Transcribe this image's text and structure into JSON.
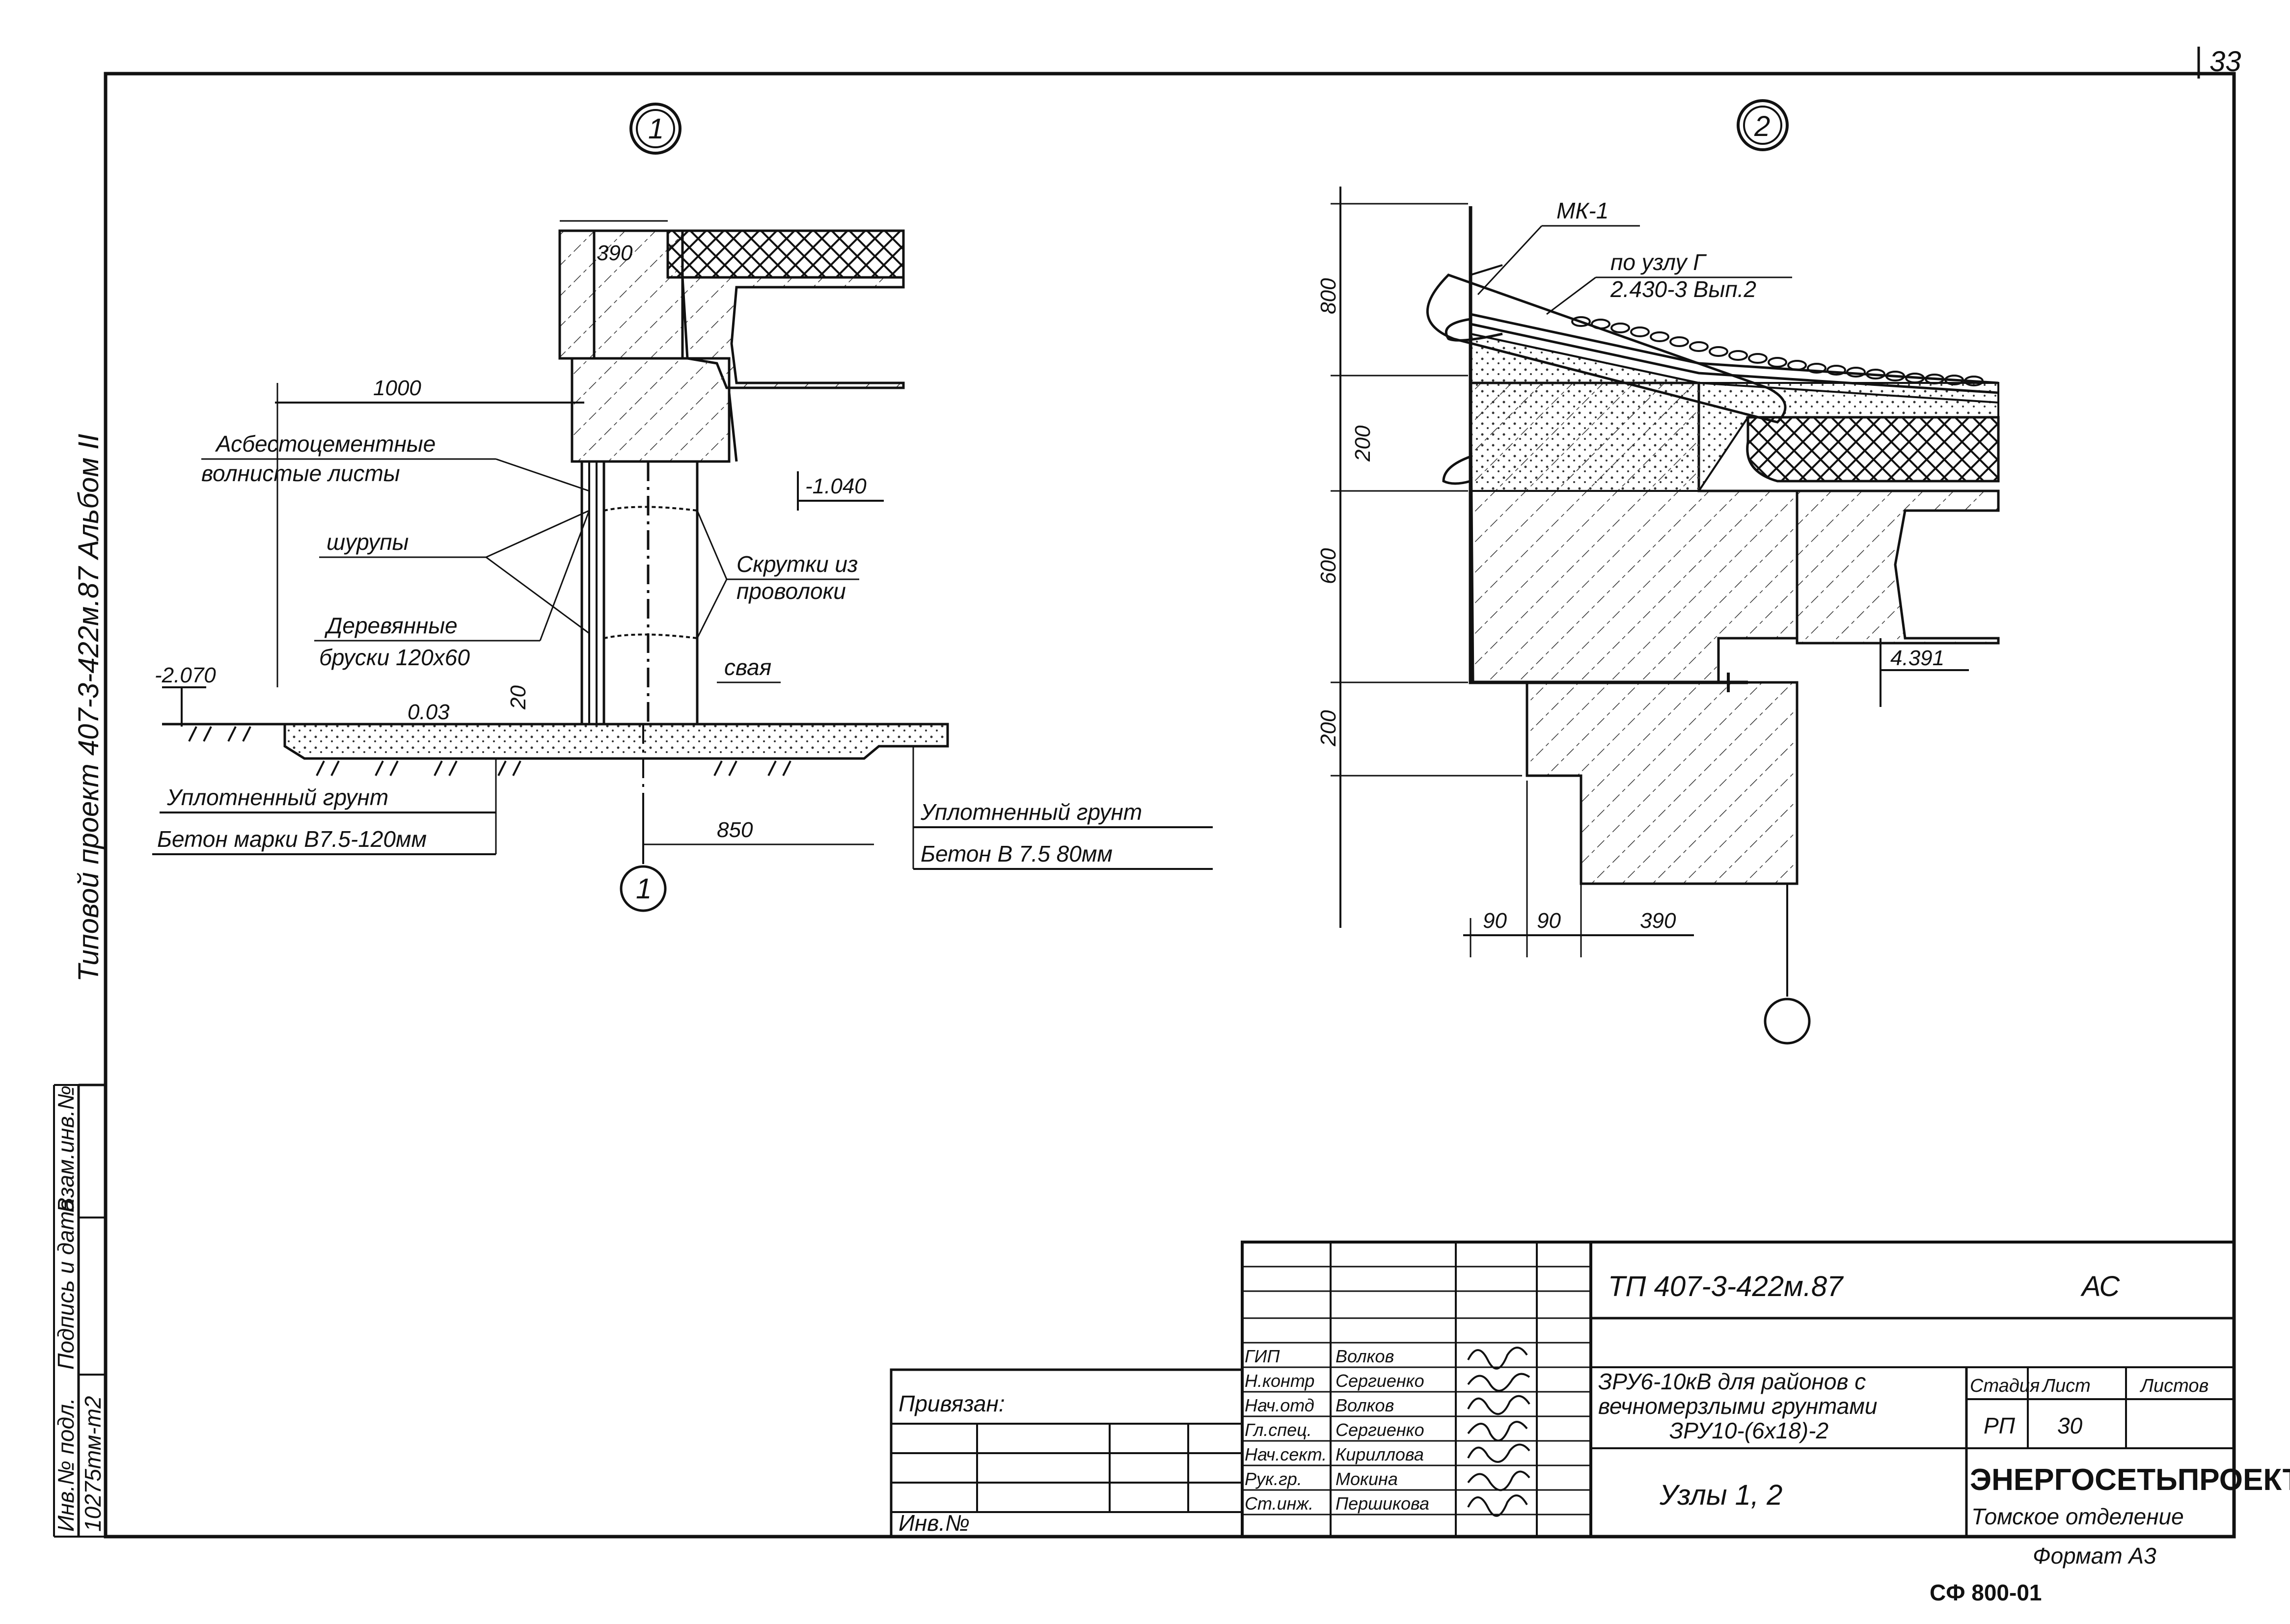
{
  "page_number": "33",
  "side_margin": {
    "album_text": "Типовой   проект   407-3-422м.87   Альбом  II",
    "vzam_inv": "Взам.инв.№",
    "podpis_data": "Подпись и дата",
    "inv_podl": "Инв.№ подл.",
    "inv_podl_value": "10275тм-т2"
  },
  "node1": {
    "marker": "1",
    "bottom_marker": "1",
    "dim_390": "390",
    "dim_1000": "1000",
    "label_asbestos_1": "Асбестоцементные",
    "label_asbestos_2": "волнистые листы",
    "label_screws": "шурупы",
    "label_wood_1": "Деревянные",
    "label_wood_2": "бруски 120х60",
    "label_twists_1": "Скрутки из",
    "label_twists_2": "проволоки",
    "label_pile": "свая",
    "level_1040": "-1.040",
    "level_2070": "-2.070",
    "slope": "0.03",
    "dim_20": "20",
    "dim_850": "850",
    "left_soil": "Уплотненный грунт",
    "left_concrete": "Бетон марки В7.5-120мм",
    "right_soil": "Уплотненный грунт",
    "right_concrete": "Бетон В 7.5     80мм"
  },
  "node2": {
    "marker": "2",
    "label_mk": "МК-1",
    "label_ref_1": "по узлу Г",
    "label_ref_2": "2.430-3 Вып.2",
    "dim_800": "800",
    "dim_200a": "200",
    "dim_600": "600",
    "dim_200b": "200",
    "dim_90a": "90",
    "dim_90b": "90",
    "dim_390": "390",
    "level_4391": "4.391"
  },
  "title_block": {
    "code": "ТП   407-3-422м.87",
    "mark": "АС",
    "description_1": "ЗРУ6-10кВ для районов с",
    "description_2": "вечномерзлыми грунтами",
    "description_3": "ЗРУ10-(6х18)-2",
    "sheet_title": "Узлы 1, 2",
    "stage_label": "Стадия",
    "sheet_label": "Лист",
    "sheets_label": "Листов",
    "stage_value": "РП",
    "sheet_value": "30",
    "firm": "ЭНЕРГОСЕТЬПРОЕКТ",
    "branch": "Томское отделение",
    "format": "Формат  А3",
    "attached": "Привязан:",
    "inv_no": "Инв.№",
    "sheet_code": "СФ 800-01",
    "staff": [
      {
        "role": "ГИП",
        "name": "Волков"
      },
      {
        "role": "Н.контр",
        "name": "Сергиенко"
      },
      {
        "role": "Нач.отд",
        "name": "Волков"
      },
      {
        "role": "Гл.спец.",
        "name": "Сергиенко"
      },
      {
        "role": "Нач.сект.",
        "name": "Кириллова"
      },
      {
        "role": "Рук.гр.",
        "name": "Мокина"
      },
      {
        "role": "Ст.инж.",
        "name": "Першикова"
      }
    ]
  }
}
